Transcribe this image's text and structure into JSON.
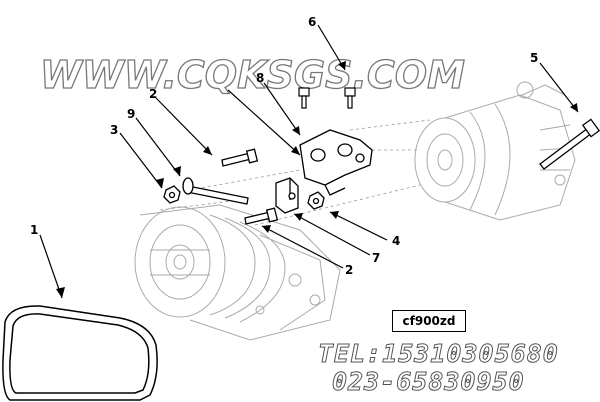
{
  "watermark": "WWW.CQKSGS.COM",
  "part_code": "cf900zd",
  "contact": {
    "tel": "TEL:15310305680",
    "phone": "023-65830950"
  },
  "callouts": [
    "1",
    "2",
    "3",
    "9",
    "8",
    "6",
    "5",
    "4",
    "7",
    "2"
  ]
}
